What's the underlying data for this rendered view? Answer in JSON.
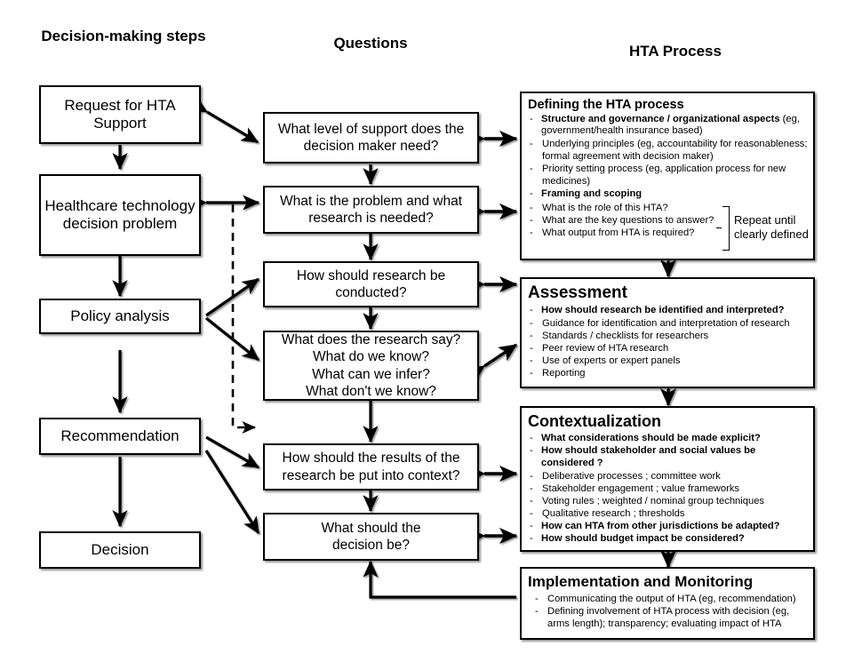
{
  "columns": {
    "left_header": "Decision-making steps",
    "middle_header": "Questions",
    "right_header": "HTA Process"
  },
  "decision_steps": [
    {
      "label": "Request for HTA Support"
    },
    {
      "label": "Healthcare technology decision problem"
    },
    {
      "label": "Policy analysis"
    },
    {
      "label": "Recommendation"
    },
    {
      "label": "Decision"
    }
  ],
  "questions": [
    {
      "lines": [
        "What level of support does the",
        "decision maker need?"
      ]
    },
    {
      "lines": [
        "What is the problem and what",
        "research is needed?"
      ]
    },
    {
      "lines": [
        "How should research be",
        "conducted?"
      ]
    },
    {
      "lines": [
        "What does the research say?",
        "What do we know?",
        "What can we infer?",
        "What don't we know?"
      ]
    },
    {
      "lines": [
        "How should the results of the",
        "research be put into context?"
      ]
    },
    {
      "lines": [
        "What should the",
        "decision be?"
      ]
    }
  ],
  "hta_process": [
    {
      "title": "Defining the HTA process",
      "items": [
        {
          "bold": true,
          "text": "Structure and governance / organizational aspects",
          "normal_tail": " (eg, government/health insurance based)"
        },
        {
          "sub": true,
          "text": "Underlying principles (eg, accountability for reasonableness; formal agreement with decision maker)"
        },
        {
          "sub": true,
          "text": "Priority setting process (eg, application process for new medicines)"
        },
        {
          "bold": true,
          "text": "Framing and scoping",
          "normal_tail": ""
        },
        {
          "sub": true,
          "text": "What is the role of this HTA?"
        },
        {
          "sub": true,
          "text": "What are the key questions to answer?"
        },
        {
          "sub": true,
          "text": "What output from HTA is required?"
        }
      ],
      "annotation": {
        "lines": [
          "Repeat until",
          "clearly defined"
        ]
      }
    },
    {
      "title": "Assessment",
      "items": [
        {
          "bold": true,
          "text": "How should research be identified and interpreted?",
          "normal_tail": ""
        },
        {
          "sub": true,
          "text": "Guidance for identification and interpretation of research"
        },
        {
          "sub": true,
          "text": "Standards / checklists for researchers"
        },
        {
          "sub": true,
          "text": "Peer review of HTA research"
        },
        {
          "sub": true,
          "text": "Use of experts or expert panels"
        },
        {
          "sub": true,
          "text": "Reporting"
        }
      ]
    },
    {
      "title": "Contextualization",
      "items": [
        {
          "bold": true,
          "text": "What considerations should be made explicit?",
          "normal_tail": ""
        },
        {
          "bold": true,
          "text": "How should stakeholder and social values be considered ?",
          "normal_tail": ""
        },
        {
          "sub": true,
          "text": "Deliberative processes ; committee work"
        },
        {
          "sub": true,
          "text": "Stakeholder engagement ; value frameworks"
        },
        {
          "sub": true,
          "text": "Voting rules ; weighted / nominal group techniques"
        },
        {
          "sub": true,
          "text": "Qualitative research ;  thresholds"
        },
        {
          "bold": true,
          "text": "How can HTA from other jurisdictions be adapted?",
          "normal_tail": ""
        },
        {
          "bold": true,
          "text": "How should budget impact be considered?",
          "normal_tail": ""
        }
      ]
    },
    {
      "title": "Implementation and Monitoring",
      "items": [
        {
          "sub": false,
          "text": "Communicating the output of HTA (eg, recommendation)"
        },
        {
          "sub": false,
          "text": "Defining involvement of HTA process with decision (eg, arms length);  transparency; evaluating impact of HTA"
        }
      ]
    }
  ],
  "colors": {
    "line": "#000000",
    "box_fill": "#ffffff",
    "text": "#000000"
  }
}
